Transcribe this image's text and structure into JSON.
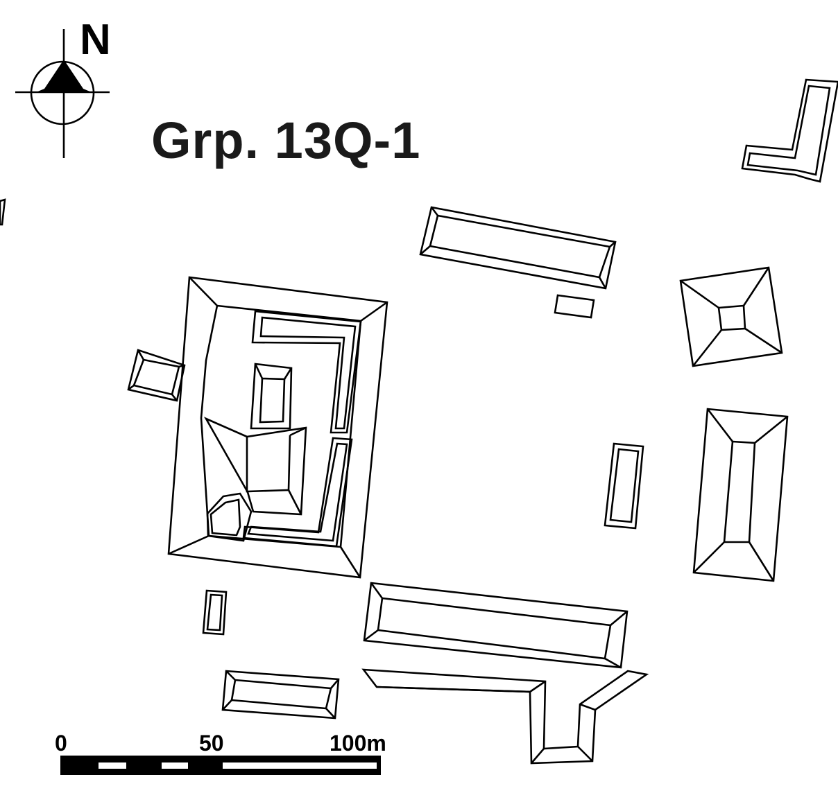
{
  "title": "Grp. 13Q-1",
  "north_arrow": {
    "label": "N",
    "icon": "north-arrow-icon"
  },
  "scale_bar": {
    "labels": [
      "0",
      "50",
      "100m"
    ],
    "unit": "m",
    "max": 100
  },
  "colors": {
    "ink": "#000000",
    "background": "#ffffff"
  }
}
